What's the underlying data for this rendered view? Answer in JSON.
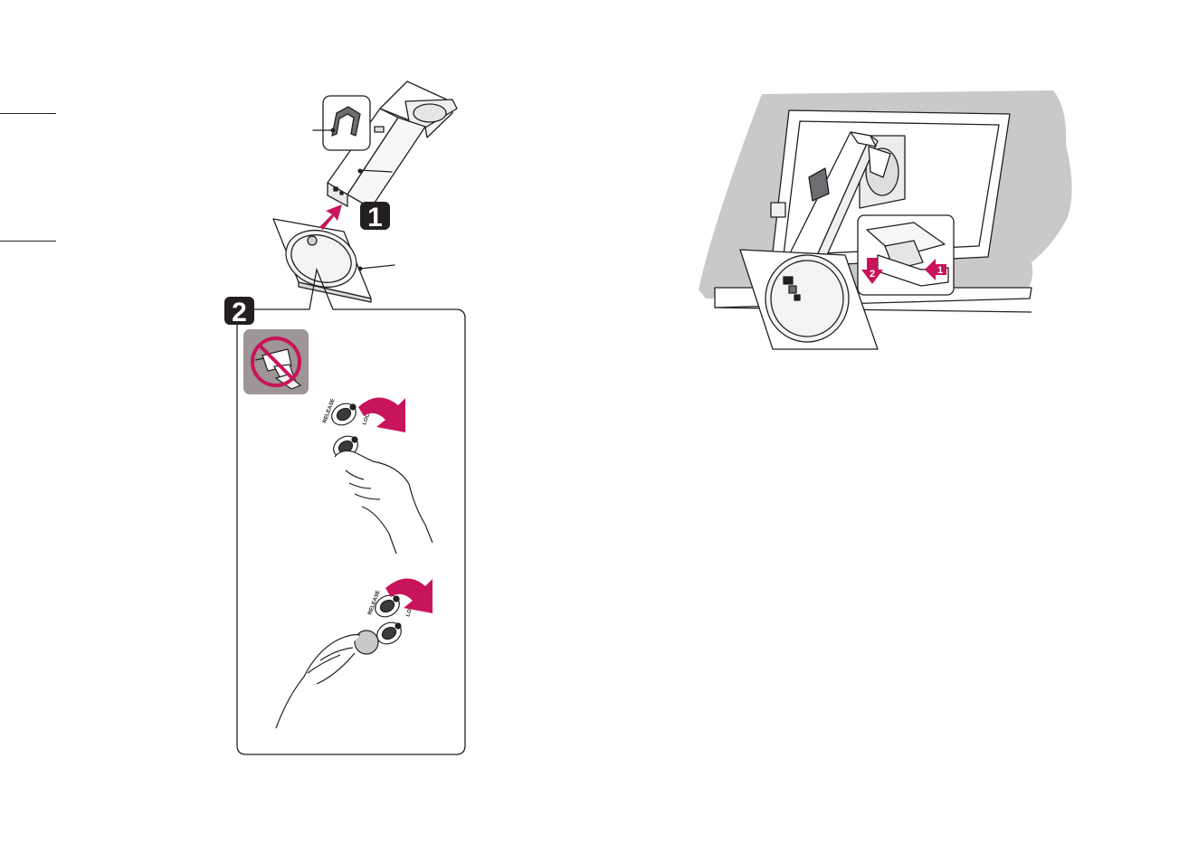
{
  "steps": [
    {
      "label": "1"
    },
    {
      "label": "2"
    }
  ],
  "inset_numbers": [
    "2",
    "1"
  ],
  "knob_text": [
    "RELEASE",
    "LOCK"
  ],
  "colors": {
    "accent": "#c8145a",
    "ink": "#231f20",
    "desk_gray": "#c9c9c9",
    "warning_bg": "#9d9596"
  },
  "icons": [
    "no-power-drill-icon",
    "rotate-arrow-icon",
    "push-arrow-icon"
  ]
}
